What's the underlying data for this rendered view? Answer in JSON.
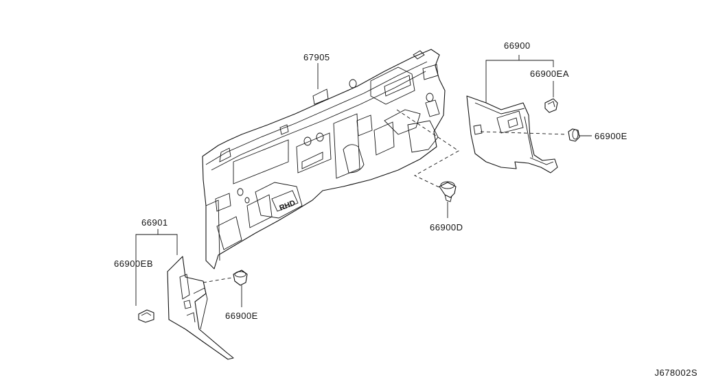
{
  "parts": {
    "dash_insulator": "67905",
    "rh_insulator": "66900",
    "rh_clip": "66900EA",
    "rh_grommet": "66900E",
    "center_grommet": "66900D",
    "lh_insulator": "66901",
    "lh_clip": "66900EB",
    "lh_grommet": "66900E"
  },
  "emblem": "RHD",
  "diagram_code": "J678002S"
}
